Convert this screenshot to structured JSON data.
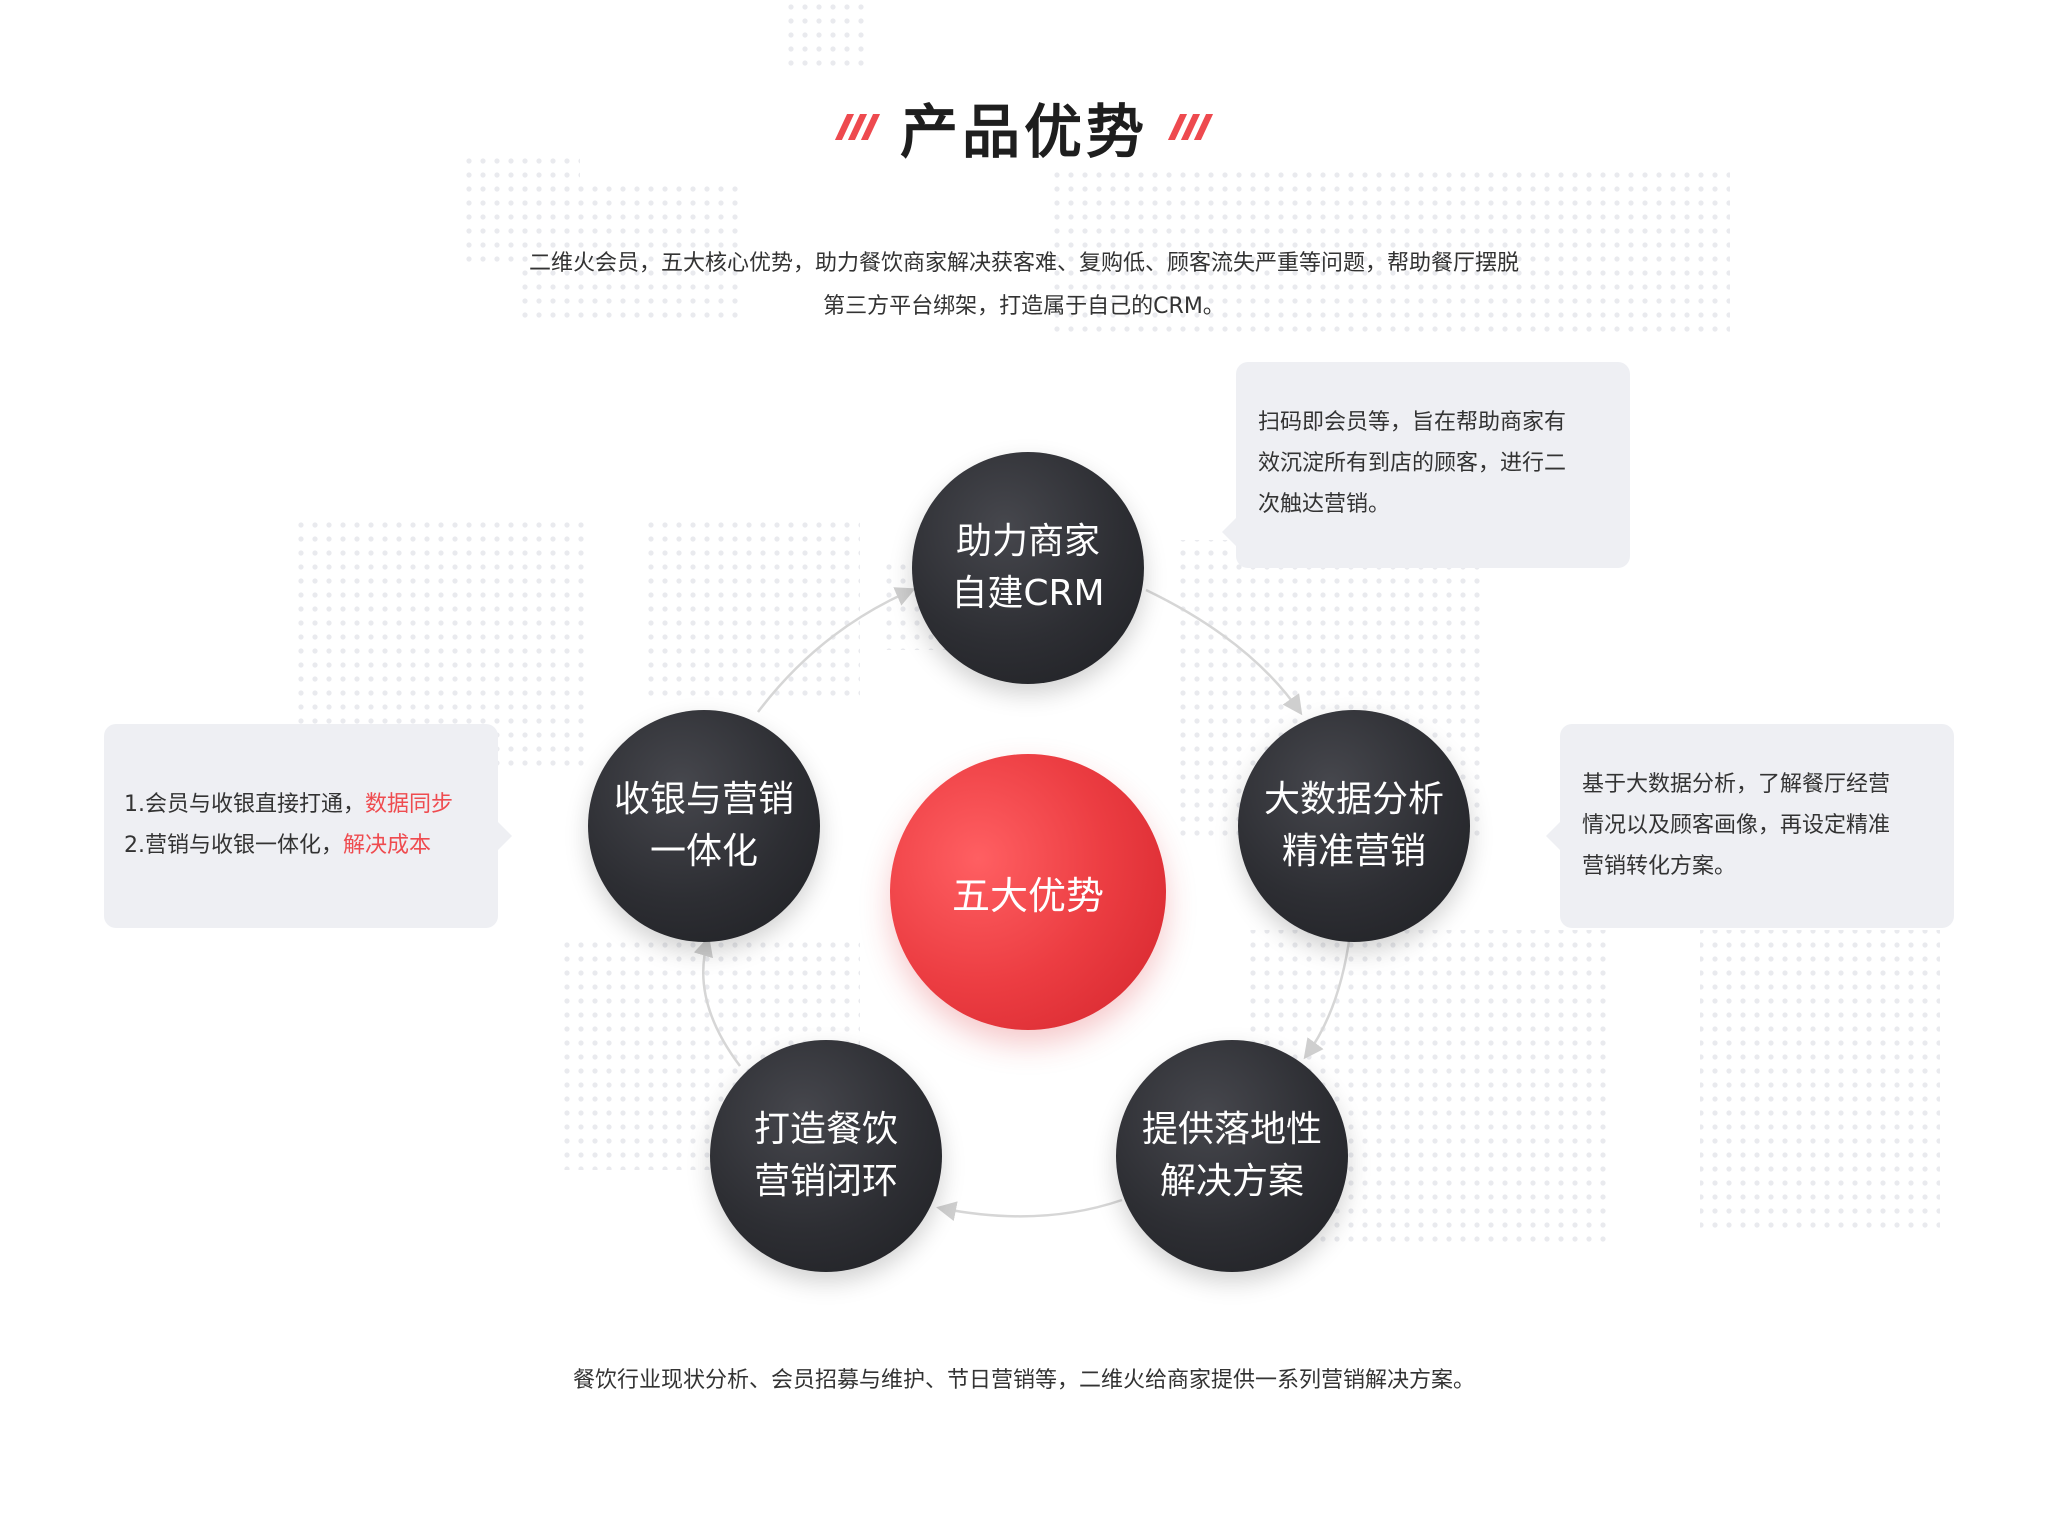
{
  "header": {
    "title": "产品优势"
  },
  "intro": {
    "line1": "二维火会员，五大核心优势，助力餐饮商家解决获客难、复购低、顾客流失严重等问题，帮助餐厅摆脱",
    "line2": "第三方平台绑架，打造属于自己的CRM。"
  },
  "center": {
    "label": "五大优势"
  },
  "nodes": {
    "top": {
      "line1": "助力商家",
      "line2": "自建CRM"
    },
    "right": {
      "line1": "大数据分析",
      "line2": "精准营销"
    },
    "bottom_right": {
      "line1": "提供落地性",
      "line2": "解决方案"
    },
    "bottom_left": {
      "line1": "打造餐饮",
      "line2": "营销闭环"
    },
    "left": {
      "line1": "收银与营销",
      "line2": "一体化"
    }
  },
  "bubbles": {
    "top": {
      "line1": "扫码即会员等，旨在帮助商家有",
      "line2": "效沉淀所有到店的顾客，进行二",
      "line3": "次触达营销。"
    },
    "right": {
      "line1": "基于大数据分析，了解餐厅经营",
      "line2": "情况以及顾客画像，再设定精准",
      "line3": "营销转化方案。"
    },
    "left": {
      "item1_text": "1.会员与收银直接打通，",
      "item1_highlight": "数据同步",
      "item2_text": "2.营销与收银一体化，",
      "item2_highlight": "解决成本"
    }
  },
  "outro": {
    "text": "餐饮行业现状分析、会员招募与维护、节日营销等，二维火给商家提供一系列营销解决方案。"
  },
  "colors": {
    "accent": "#ee4a4f",
    "node_dark": "#2d2e33",
    "bubble_bg": "#eeeff3",
    "arc": "#d6d6d6"
  }
}
